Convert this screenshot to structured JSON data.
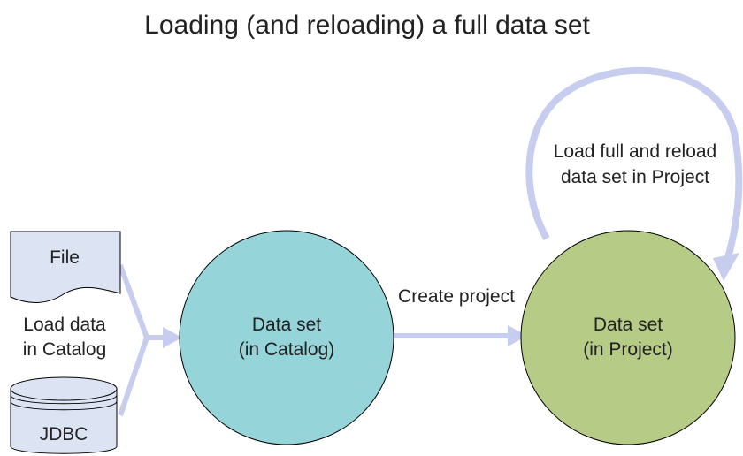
{
  "title": "Loading (and reloading) a full data set",
  "sources": {
    "file_label": "File",
    "jdbc_label": "JDBC",
    "load_label_line1": "Load data",
    "load_label_line2": "in Catalog"
  },
  "catalog_node": {
    "line1": "Data set",
    "line2": "(in Catalog)",
    "color": "#95d4d9"
  },
  "edge_create": {
    "label": "Create project"
  },
  "project_node": {
    "line1": "Data set",
    "line2": "(in Project)",
    "color": "#b5cb86"
  },
  "reload_loop": {
    "line1": "Load full and reload",
    "line2": "data set in Project"
  },
  "colors": {
    "arrow": "#c7cdee",
    "source_fill": "#dce3f2",
    "outline": "#000000"
  }
}
